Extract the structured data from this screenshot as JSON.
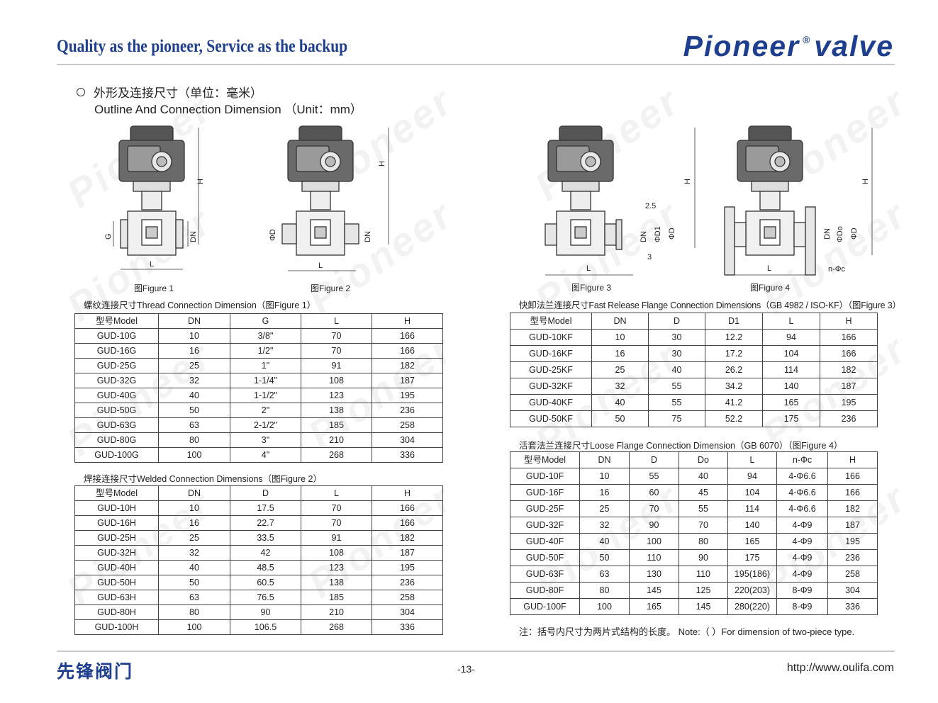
{
  "header": {
    "slogan": "Quality as the pioneer,  Service as the backup",
    "brand_left": "Pioneer",
    "brand_reg": "®",
    "brand_right": "valve"
  },
  "section": {
    "title_cn": "外形及连接尺寸（单位：毫米）",
    "title_en": "Outline And Connection Dimension （Unit：mm）"
  },
  "figures": {
    "fig1": "图Figure 1",
    "fig2": "图Figure 2",
    "fig3": "图Figure 3",
    "fig4": "图Figure 4",
    "labels": {
      "H": "H",
      "G": "G",
      "DN": "DN",
      "L": "L",
      "PD": "ΦD",
      "PD1": "ΦD1",
      "PDo": "ΦDo",
      "dim25": "2.5",
      "dim3": "3",
      "nphic": "n-Φc"
    }
  },
  "thread_table": {
    "caption": "螺纹连接尺寸Thread Connection Dimension（图Figure 1）",
    "headers": [
      "型号Model",
      "DN",
      "G",
      "L",
      "H"
    ],
    "rows": [
      [
        "GUD-10G",
        "10",
        "3/8\"",
        "70",
        "166"
      ],
      [
        "GUD-16G",
        "16",
        "1/2\"",
        "70",
        "166"
      ],
      [
        "GUD-25G",
        "25",
        "1\"",
        "91",
        "182"
      ],
      [
        "GUD-32G",
        "32",
        "1-1/4\"",
        "108",
        "187"
      ],
      [
        "GUD-40G",
        "40",
        "1-1/2\"",
        "123",
        "195"
      ],
      [
        "GUD-50G",
        "50",
        "2\"",
        "138",
        "236"
      ],
      [
        "GUD-63G",
        "63",
        "2-1/2\"",
        "185",
        "258"
      ],
      [
        "GUD-80G",
        "80",
        "3\"",
        "210",
        "304"
      ],
      [
        "GUD-100G",
        "100",
        "4\"",
        "268",
        "336"
      ]
    ]
  },
  "welded_table": {
    "caption": "焊接连接尺寸Welded Connection Dimensions（图Figure 2）",
    "headers": [
      "型号Model",
      "DN",
      "D",
      "L",
      "H"
    ],
    "rows": [
      [
        "GUD-10H",
        "10",
        "17.5",
        "70",
        "166"
      ],
      [
        "GUD-16H",
        "16",
        "22.7",
        "70",
        "166"
      ],
      [
        "GUD-25H",
        "25",
        "33.5",
        "91",
        "182"
      ],
      [
        "GUD-32H",
        "32",
        "42",
        "108",
        "187"
      ],
      [
        "GUD-40H",
        "40",
        "48.5",
        "123",
        "195"
      ],
      [
        "GUD-50H",
        "50",
        "60.5",
        "138",
        "236"
      ],
      [
        "GUD-63H",
        "63",
        "76.5",
        "185",
        "258"
      ],
      [
        "GUD-80H",
        "80",
        "90",
        "210",
        "304"
      ],
      [
        "GUD-100H",
        "100",
        "106.5",
        "268",
        "336"
      ]
    ]
  },
  "kf_table": {
    "caption": "快卸法兰连接尺寸Fast Release Flange Connection Dimensions（GB 4982 / ISO-KF）（图Figure 3）",
    "headers": [
      "型号Model",
      "DN",
      "D",
      "D1",
      "L",
      "H"
    ],
    "rows": [
      [
        "GUD-10KF",
        "10",
        "30",
        "12.2",
        "94",
        "166"
      ],
      [
        "GUD-16KF",
        "16",
        "30",
        "17.2",
        "104",
        "166"
      ],
      [
        "GUD-25KF",
        "25",
        "40",
        "26.2",
        "114",
        "182"
      ],
      [
        "GUD-32KF",
        "32",
        "55",
        "34.2",
        "140",
        "187"
      ],
      [
        "GUD-40KF",
        "40",
        "55",
        "41.2",
        "165",
        "195"
      ],
      [
        "GUD-50KF",
        "50",
        "75",
        "52.2",
        "175",
        "236"
      ]
    ]
  },
  "loose_table": {
    "caption": "活套法兰连接尺寸Loose Flange Connection Dimension（GB 6070）（图Figure 4）",
    "headers": [
      "型号Model",
      "DN",
      "D",
      "Do",
      "L",
      "n-Φc",
      "H"
    ],
    "rows": [
      [
        "GUD-10F",
        "10",
        "55",
        "40",
        "94",
        "4-Φ6.6",
        "166"
      ],
      [
        "GUD-16F",
        "16",
        "60",
        "45",
        "104",
        "4-Φ6.6",
        "166"
      ],
      [
        "GUD-25F",
        "25",
        "70",
        "55",
        "114",
        "4-Φ6.6",
        "182"
      ],
      [
        "GUD-32F",
        "32",
        "90",
        "70",
        "140",
        "4-Φ9",
        "187"
      ],
      [
        "GUD-40F",
        "40",
        "100",
        "80",
        "165",
        "4-Φ9",
        "195"
      ],
      [
        "GUD-50F",
        "50",
        "110",
        "90",
        "175",
        "4-Φ9",
        "236"
      ],
      [
        "GUD-63F",
        "63",
        "130",
        "110",
        "195(186)",
        "4-Φ9",
        "258"
      ],
      [
        "GUD-80F",
        "80",
        "145",
        "125",
        "220(203)",
        "8-Φ9",
        "304"
      ],
      [
        "GUD-100F",
        "100",
        "165",
        "145",
        "280(220)",
        "8-Φ9",
        "336"
      ]
    ]
  },
  "note": "注：括号内尺寸为两片式结构的长度。 Note:（ ）For dimension of two-piece type.",
  "footer": {
    "company_cn": "先锋阀门",
    "page_number": "-13-",
    "url": "http://www.oulifa.com"
  },
  "watermark": "Pioneer",
  "colors": {
    "brand_blue": "#1e3f8f",
    "rule_gray": "#c8c8c8"
  }
}
